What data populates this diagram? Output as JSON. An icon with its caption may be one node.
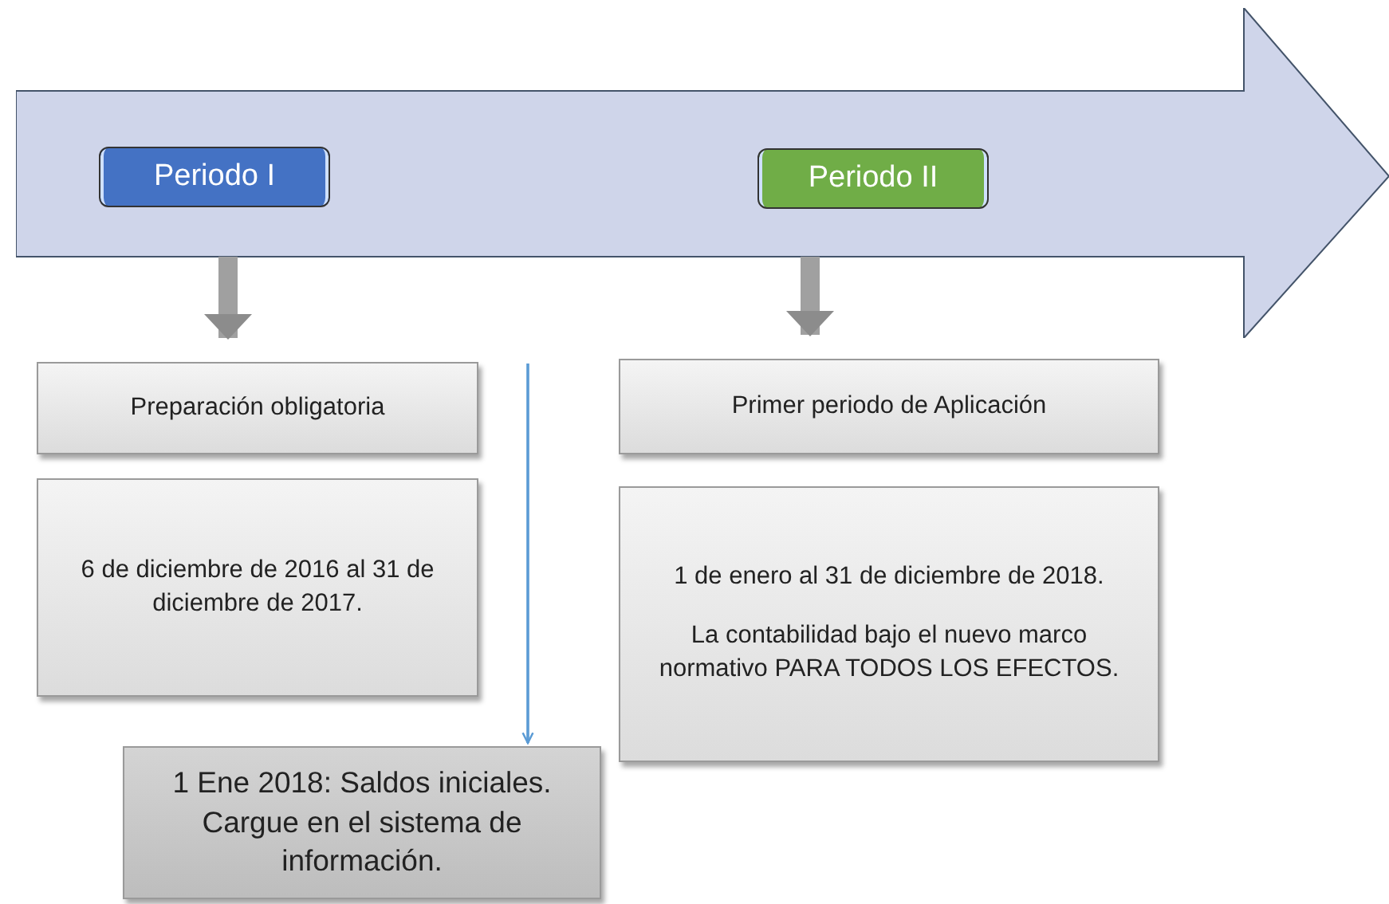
{
  "diagram": {
    "nodes": [
      {
        "text": [],
        "shape": "arrow"
      },
      {
        "text": [
          "Periodo I"
        ],
        "in": 0
      },
      {
        "text": [
          "Periodo II"
        ],
        "in": 0
      },
      {
        "text": [
          "Preparación obligatoria"
        ]
      },
      {
        "text": [
          "6 de diciembre de 2016 al 31 de diciembre de 2017."
        ]
      },
      {
        "text": [
          "1 Ene 2018: Saldos iniciales. Cargue en el sistema de información."
        ]
      },
      {
        "text": [
          "Primer periodo de Aplicación"
        ]
      },
      {
        "text": [
          "1 de enero al 31 de diciembre de 2018.",
          "La contabilidad bajo el nuevo marco normativo PARA TODOS LOS EFECTOS."
        ]
      }
    ],
    "edges": [
      {
        "from": 0,
        "to": 3,
        "arrow": "to"
      },
      {
        "from": 0,
        "to": 6,
        "arrow": "to"
      },
      {
        "from": null,
        "to": 5,
        "arrow": "to",
        "color": "#5b9bd5"
      }
    ]
  }
}
